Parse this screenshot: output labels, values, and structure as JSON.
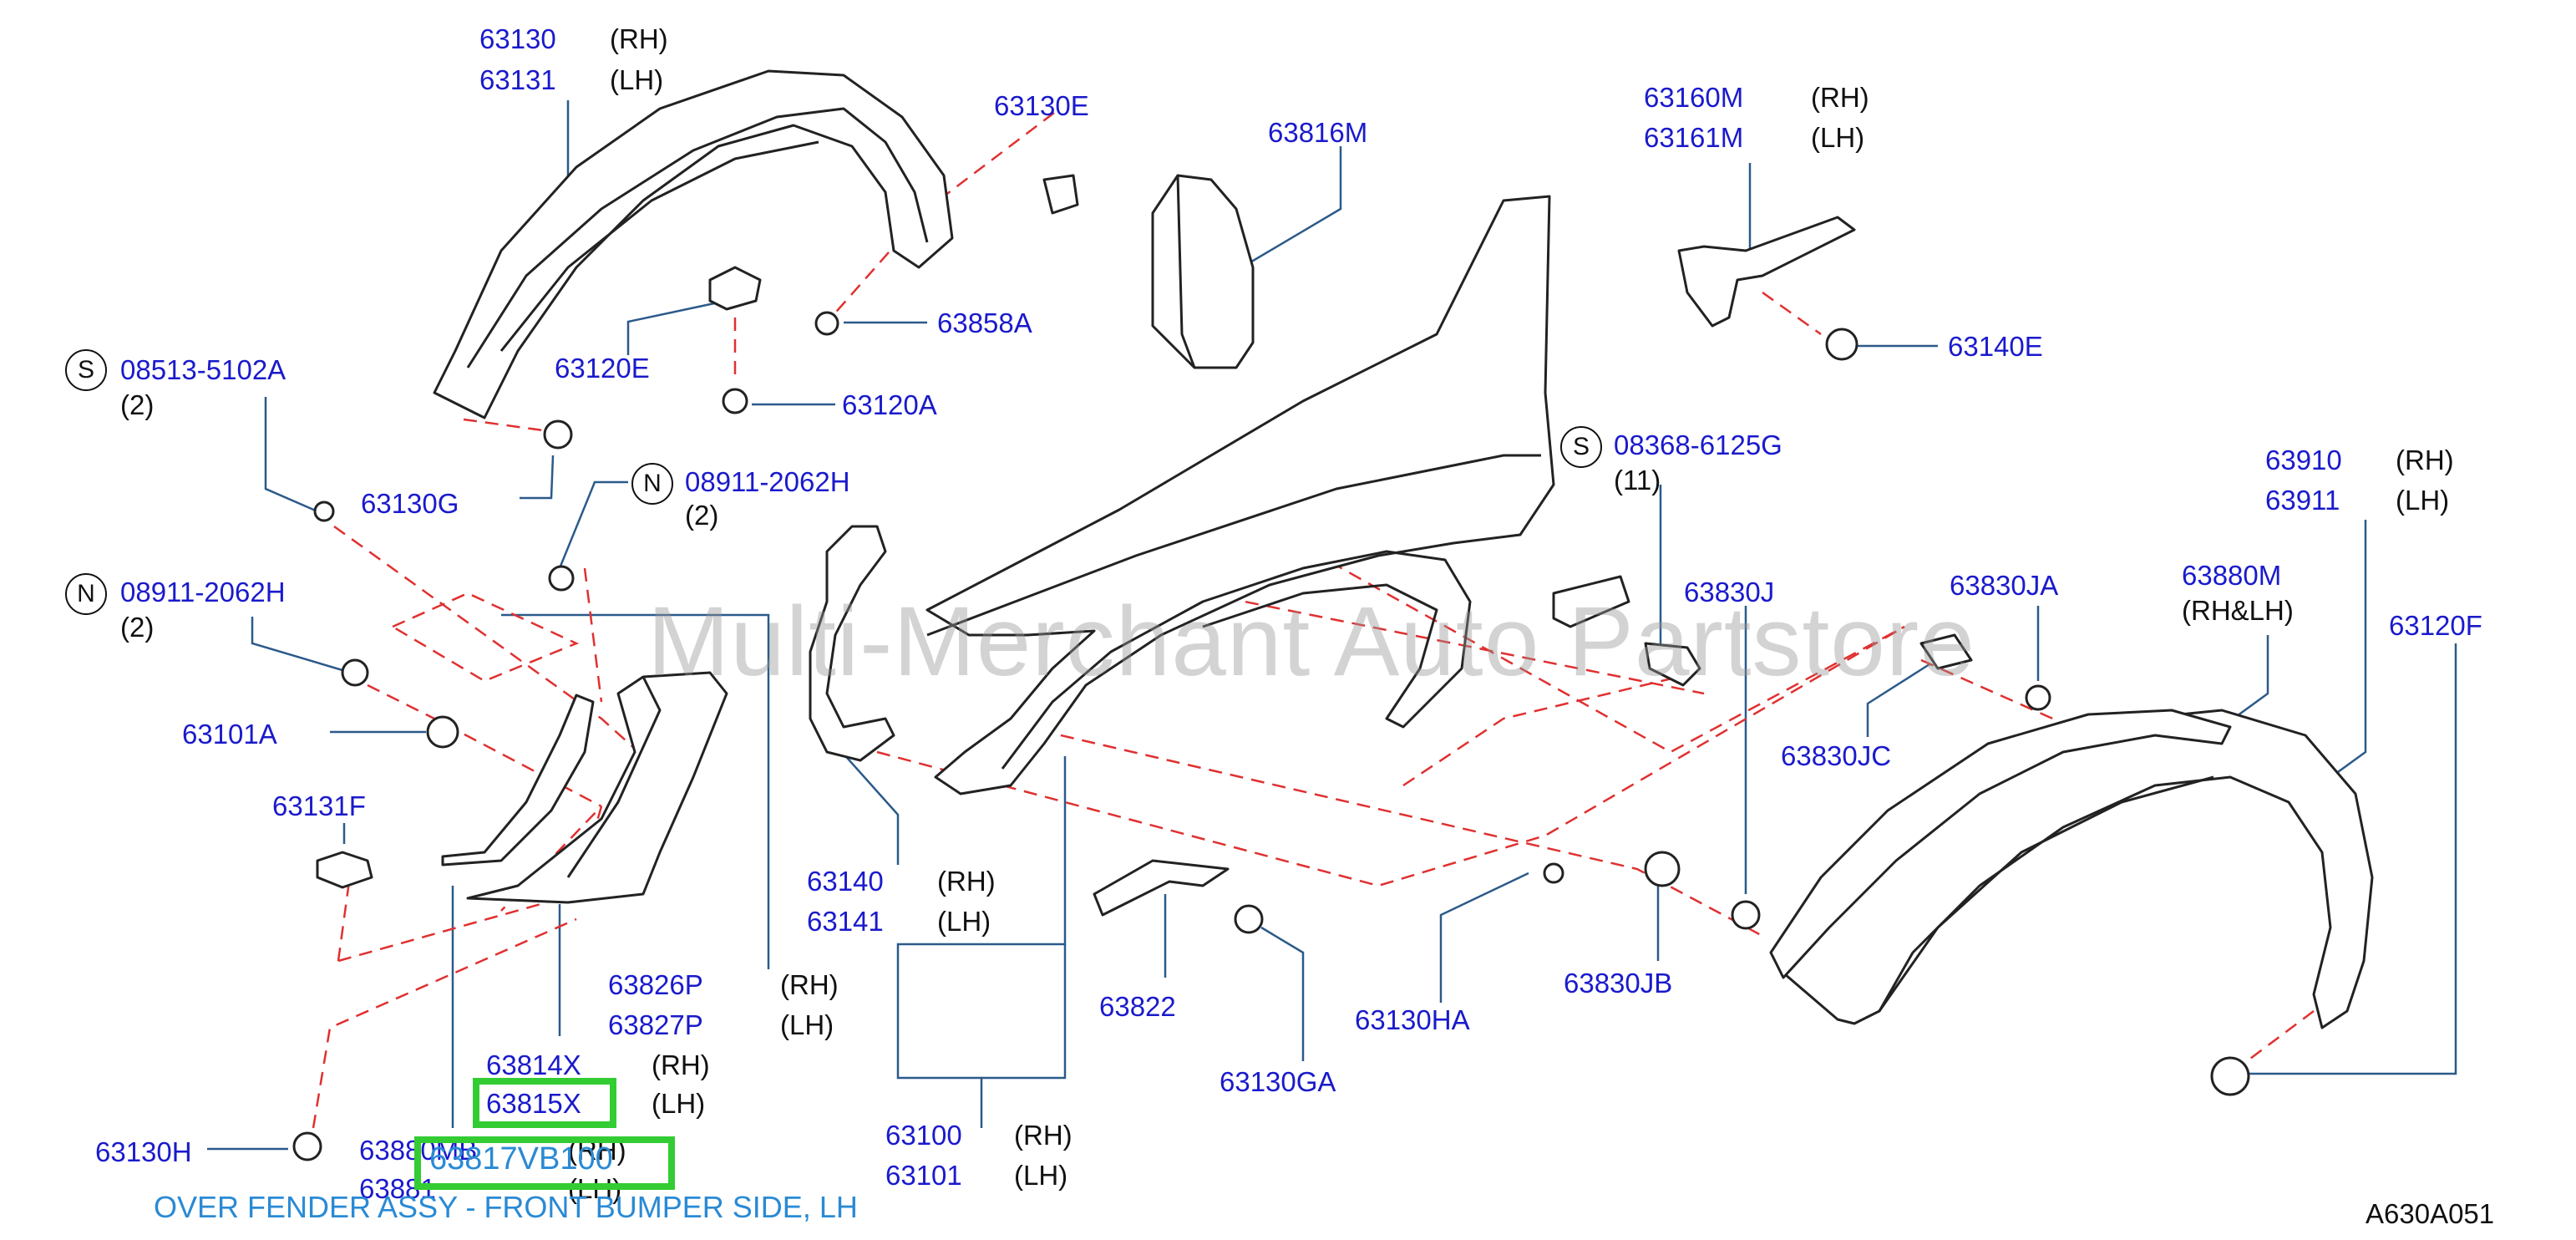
{
  "colors": {
    "part_number": "#1a1acc",
    "leader": "#2b5a8a",
    "dashed": "#e03030",
    "highlight": "#33cc33",
    "caption": "#2a8ad4"
  },
  "labels": {
    "p63130": "63130",
    "p63130_side": "(RH)",
    "p63131": "63131",
    "p63131_side": "(LH)",
    "p63130E": "63130E",
    "p63816M": "63816M",
    "p63160M": "63160M",
    "p63160M_side": "(RH)",
    "p63161M": "63161M",
    "p63161M_side": "(LH)",
    "p63858A": "63858A",
    "p63140E": "63140E",
    "s1_code": "08513-5102A",
    "s1_qty": "(2)",
    "p63120E": "63120E",
    "p63120A": "63120A",
    "p63130G": "63130G",
    "n1_code": "08911-2062H",
    "n1_qty": "(2)",
    "s2_code": "08368-6125G",
    "s2_qty": "(11)",
    "p63910": "63910",
    "p63910_side": "(RH)",
    "p63911": "63911",
    "p63911_side": "(LH)",
    "n2_code": "08911-2062H",
    "n2_qty": "(2)",
    "p63830J": "63830J",
    "p63830JA": "63830JA",
    "p63880M": "63880M",
    "p63880M_side": "(RH&LH)",
    "p63120F": "63120F",
    "p63101A": "63101A",
    "p63830JC": "63830JC",
    "p63131F": "63131F",
    "p63140": "63140",
    "p63140_side": "(RH)",
    "p63141": "63141",
    "p63141_side": "(LH)",
    "p63826P": "63826P",
    "p63826P_side": "(RH)",
    "p63827P": "63827P",
    "p63827P_side": "(LH)",
    "p63822": "63822",
    "p63130HA": "63130HA",
    "p63830JB": "63830JB",
    "p63814X": "63814X",
    "p63814X_side": "(RH)",
    "p63815X": "63815X",
    "p63815X_side": "(LH)",
    "p63130GA": "63130GA",
    "p63130H": "63130H",
    "p63880MB": "63880MB",
    "p63880MB_side": "(RH)",
    "p63881": "63881",
    "p63881_side": "(LH)",
    "p63817VB100": "63817VB100",
    "p63100": "63100",
    "p63100_side": "(RH)",
    "p63101": "63101",
    "p63101_side": "(LH)",
    "circle_s": "S",
    "circle_n": "N"
  },
  "watermark": "Multi-Merchant Auto Partstore",
  "caption": "OVER FENDER ASSY - FRONT BUMPER SIDE, LH",
  "diagram_code": "A630A051"
}
